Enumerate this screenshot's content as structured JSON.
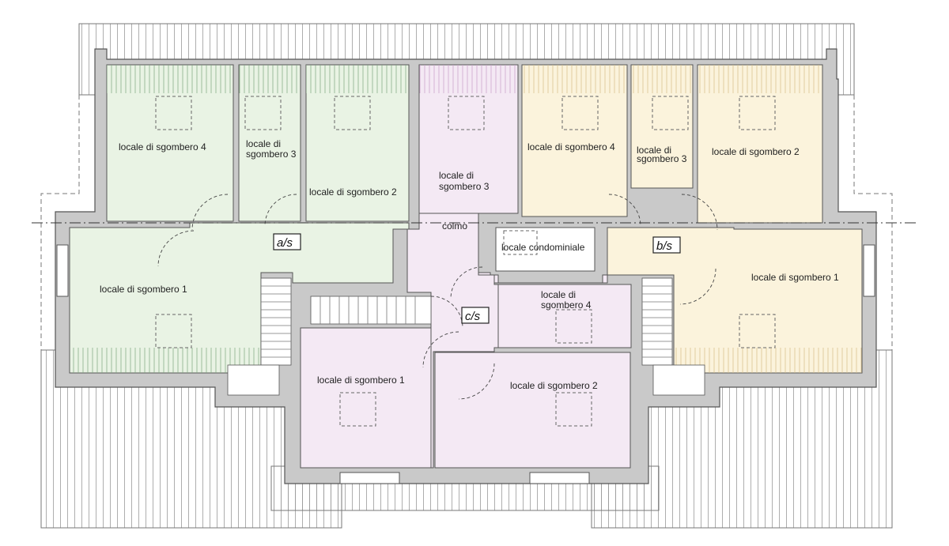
{
  "rooms": {
    "a": {
      "storage_4": "locale di sgombero 4",
      "storage_3_line1": "locale di",
      "storage_3_line2": "sgombero 3",
      "storage_2": "locale di sgombero 2",
      "storage_1": "locale di sgombero 1"
    },
    "b": {
      "storage_4": "locale di sgombero 4",
      "storage_3_line1": "locale di",
      "storage_3_line2": "sgombero 3",
      "storage_2": "locale di sgombero 2",
      "storage_1": "locale di sgombero 1"
    },
    "c": {
      "storage_3_line1": "locale di",
      "storage_3_line2": "sgombero 3",
      "storage_4_line1": "locale di",
      "storage_4_line2": "sgombero 4",
      "storage_1": "locale di sgombero 1",
      "storage_2": "locale di sgombero 2"
    },
    "shared": "locale condominiale"
  },
  "tags": {
    "a": "a/s",
    "b": "b/s",
    "c": "c/s"
  },
  "ridge_label": "colmo",
  "colors": {
    "zone_a": "#e9f3e4",
    "zone_b": "#fbf3dc",
    "zone_c": "#f4e9f4",
    "wall": "#c9c9c9",
    "line": "#555555"
  }
}
